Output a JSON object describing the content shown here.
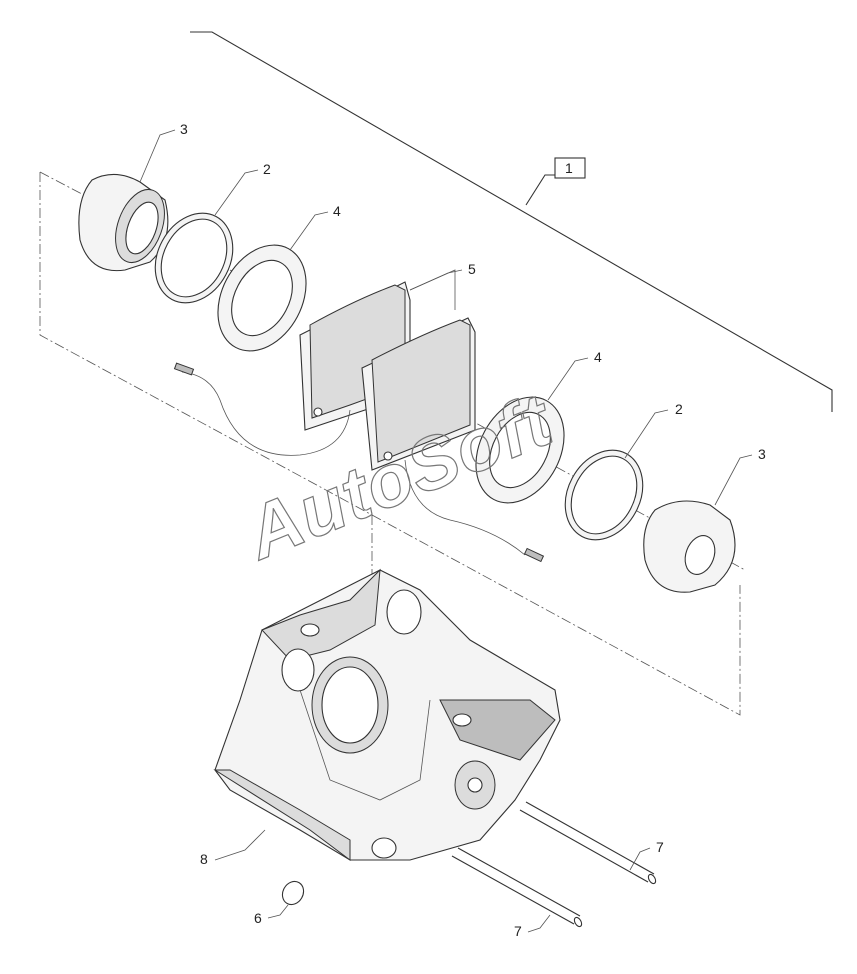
{
  "callouts": {
    "c1": "1",
    "c2a": "2",
    "c2b": "2",
    "c3a": "3",
    "c3b": "3",
    "c4a": "4",
    "c4b": "4",
    "c5": "5",
    "c6": "6",
    "c7a": "7",
    "c7b": "7",
    "c8": "8"
  },
  "watermark": "AutoSoft"
}
